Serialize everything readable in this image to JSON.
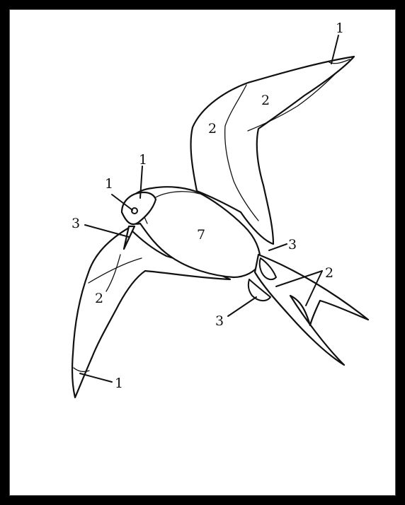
{
  "diagram": {
    "labels": {
      "wing_tip_right": "1",
      "head_top": "1",
      "eye": "1",
      "wing_tip_left": "1",
      "right_wing_outer": "2",
      "right_wing_inner": "2",
      "left_wing": "2",
      "tail": "2",
      "beak": "3",
      "feet_upper": "3",
      "feet_lower": "3",
      "body": "7"
    }
  }
}
